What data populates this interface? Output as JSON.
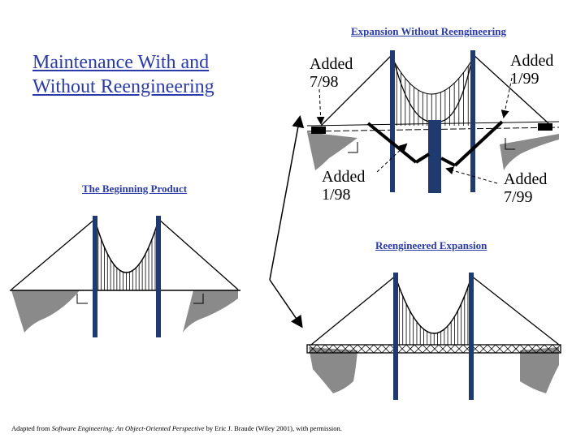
{
  "title": "Maintenance With and Without Reengineering",
  "captions": {
    "expansion_without": "Expansion Without Reengineering",
    "beginning": "The Beginning Product",
    "reengineered": "Reengineered Expansion"
  },
  "labels": {
    "added_7_98": "Added\n7/98",
    "added_1_99": "Added\n1/99",
    "added_1_98": "Added\n1/98",
    "added_7_99": "Added\n7/99"
  },
  "credit": {
    "prefix": "Adapted from ",
    "book": "Software Engineering: An Object-Oriented Perspective",
    "suffix": " by Eric J. Braude (Wiley 2001), with permission."
  },
  "colors": {
    "title": "#2a3aa8",
    "tower": "#1f3a6e",
    "ground": "#8a8a8a"
  }
}
